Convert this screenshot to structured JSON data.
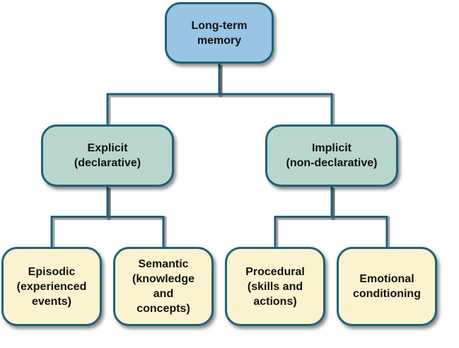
{
  "colors": {
    "root_fill": "#99c4e3",
    "category_fill": "#b8d6cc",
    "leaf_fill": "#fbf3cf",
    "border": "#1e6178",
    "connector": "#1e6178"
  },
  "nodes": {
    "root": {
      "label": "Long-term\nmemory"
    },
    "explicit": {
      "label": "Explicit\n(declarative)"
    },
    "implicit": {
      "label": "Implicit\n(non-declarative)"
    },
    "episodic": {
      "label": "Episodic\n(experienced\nevents)"
    },
    "semantic": {
      "label": "Semantic\n(knowledge\nand\nconcepts)"
    },
    "procedural": {
      "label": "Procedural\n(skills and\nactions)"
    },
    "emotional": {
      "label": "Emotional\nconditioning"
    }
  },
  "edges": [
    {
      "from": "root",
      "to": "explicit"
    },
    {
      "from": "root",
      "to": "implicit"
    },
    {
      "from": "explicit",
      "to": "episodic"
    },
    {
      "from": "explicit",
      "to": "semantic"
    },
    {
      "from": "implicit",
      "to": "procedural"
    },
    {
      "from": "implicit",
      "to": "emotional"
    }
  ]
}
